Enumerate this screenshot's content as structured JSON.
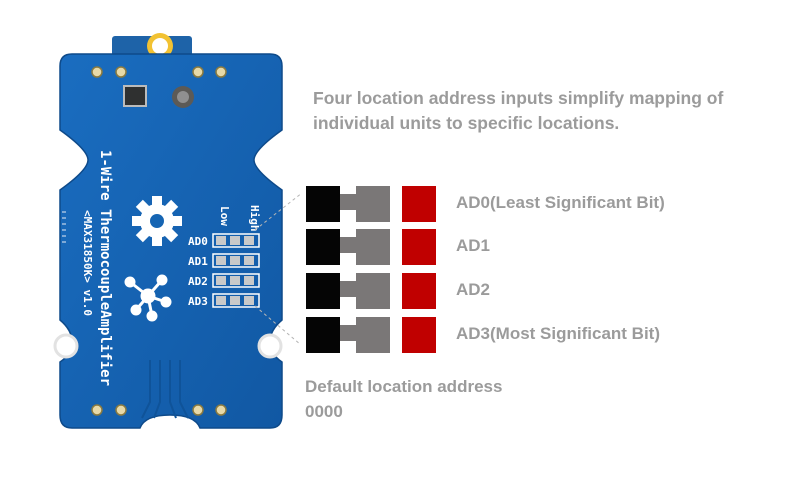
{
  "headline": {
    "line1": "Four location address inputs simplify mapping of",
    "line2": "individual units to specific locations."
  },
  "board": {
    "title": "1-Wire ThermocoupleAmplifier",
    "model": "<MAX31850K> v1.0",
    "high_label": "High",
    "low_label": "Low",
    "pin_labels": [
      "AD0",
      "AD1",
      "AD2",
      "AD3"
    ],
    "board_color": "#1665b3"
  },
  "legend": {
    "items": [
      {
        "label": "AD0(Least Significant Bit)"
      },
      {
        "label": "AD1"
      },
      {
        "label": "AD2"
      },
      {
        "label": "AD3(Most Significant Bit)"
      }
    ],
    "colors": {
      "low": "#050505",
      "switch": "#7a7777",
      "high": "#c00000"
    }
  },
  "default_address": {
    "label": "Default location address",
    "value": "0000"
  }
}
